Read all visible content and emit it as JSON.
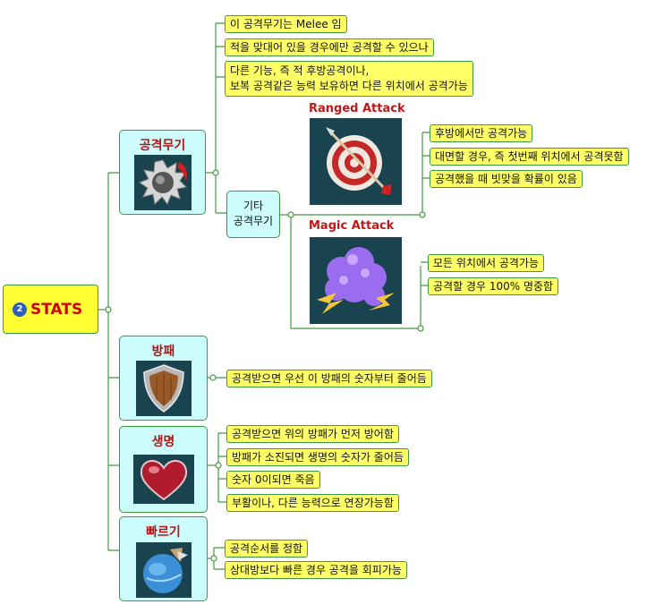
{
  "root": {
    "badge": "2",
    "label": "STATS"
  },
  "weapon": {
    "title": "공격무기",
    "notes": [
      "이 공격무기는 Melee 임",
      "적을 맞대어 있을 경우에만 공격할 수 있으나"
    ],
    "note3_line1": "다른 기능, 즉 적 후방공격이나,",
    "note3_line2": "보복 공격같은 능력 보유하면 다른 위치에서 공격가능",
    "other": {
      "line1": "기타",
      "line2": "공격무기",
      "ranged": {
        "label": "Ranged Attack",
        "notes": [
          "후방에서만 공격가능",
          "대면할 경우, 즉 첫번째 위치에서 공격못함",
          "공격했을 때 빗맞을 확률이 있음"
        ]
      },
      "magic": {
        "label": "Magic Attack",
        "notes": [
          "모든 위치에서 공격가능",
          "공격할 경우 100% 명중함"
        ]
      }
    }
  },
  "shield": {
    "title": "방패",
    "notes": [
      "공격받으면 우선 이 방패의 숫자부터 줄어듬"
    ]
  },
  "life": {
    "title": "생명",
    "notes": [
      "공격받으면 위의 방패가 먼저 방어함",
      "방패가 소진되면 생명의 숫자가 줄어듬",
      "숫자 0이되면 죽음",
      "부활이나, 다른 능력으로 연장가능함"
    ]
  },
  "speed": {
    "title": "빠르기",
    "notes": [
      "공격순서를 정함",
      "상대방보다 빠른 경우 공격을 회피가능"
    ]
  },
  "icons": [
    "saw-blade-icon",
    "target-arrow-icon",
    "magic-cloud-icon",
    "shield-icon",
    "heart-icon",
    "speed-globe-icon"
  ],
  "colors": {
    "node_fill": "#ffff66",
    "category_fill": "#ccfcfc",
    "connector": "#3f9a3f",
    "title_red": "#b01818",
    "icon_bg": "#19434e"
  }
}
